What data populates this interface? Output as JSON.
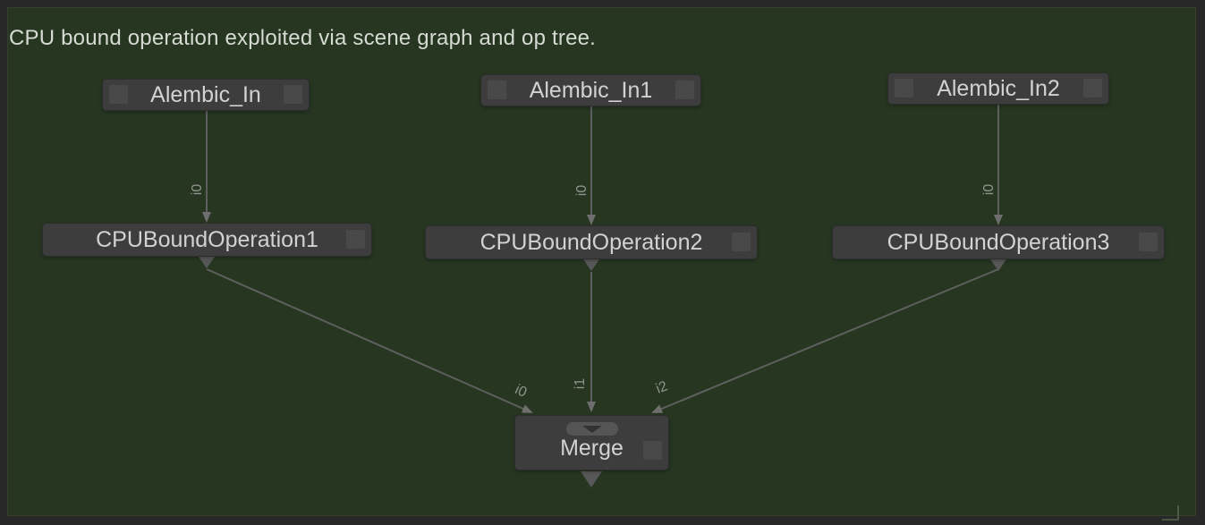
{
  "title": "CPU bound operation exploited via scene graph and op tree.",
  "nodes": {
    "alembic_in": {
      "label": "Alembic_In"
    },
    "alembic_in1": {
      "label": "Alembic_In1"
    },
    "alembic_in2": {
      "label": "Alembic_In2"
    },
    "cpu_bound_1": {
      "label": "CPUBoundOperation1"
    },
    "cpu_bound_2": {
      "label": "CPUBoundOperation2"
    },
    "cpu_bound_3": {
      "label": "CPUBoundOperation3"
    },
    "merge": {
      "label": "Merge"
    }
  },
  "edge_labels": {
    "alembic_in_to_cpu1": "i0",
    "alembic_in1_to_cpu2": "i0",
    "alembic_in2_to_cpu3": "i0",
    "cpu1_to_merge": "i0",
    "cpu2_to_merge": "i1",
    "cpu3_to_merge": "i2"
  },
  "colors": {
    "frame_background": "#282828",
    "viewport_background": "#263621",
    "node_fill": "#3d3d3d",
    "node_text": "#d2d2d2",
    "edge": "#5f5f5f",
    "edge_label": "#8f948c"
  }
}
